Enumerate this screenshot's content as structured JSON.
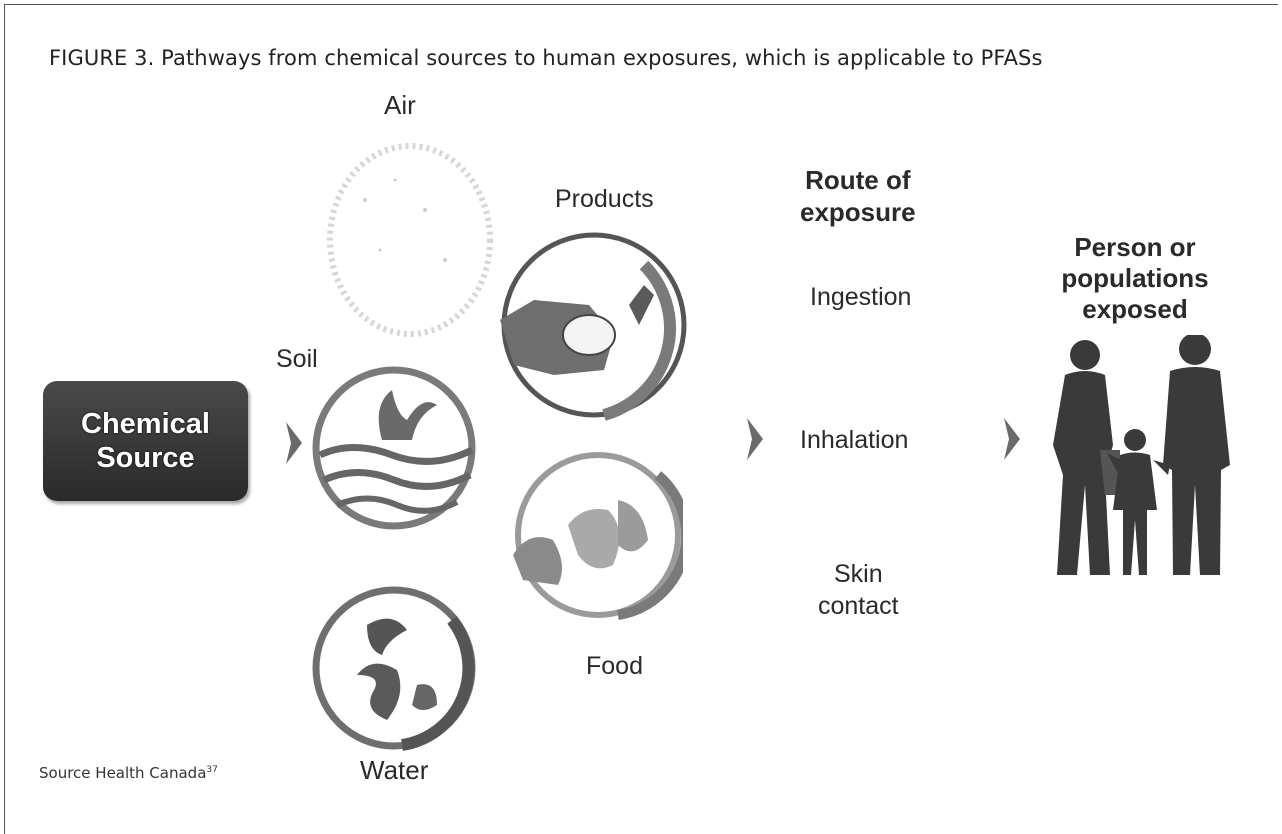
{
  "figure": {
    "caption": "FIGURE 3. Pathways from chemical sources to human exposures, which is applicable to PFASs",
    "source_note": "Source Health Canada",
    "source_note_superscript": "37"
  },
  "source_box": {
    "line1": "Chemical",
    "line2": "Source",
    "fill_color": "#3a3a3a"
  },
  "media": {
    "air": "Air",
    "products": "Products",
    "soil": "Soil",
    "food": "Food",
    "water": "Water"
  },
  "routes": {
    "heading_line1": "Route of",
    "heading_line2": "exposure",
    "ingestion": "Ingestion",
    "inhalation": "Inhalation",
    "skin_line1": "Skin",
    "skin_line2": "contact"
  },
  "exposed": {
    "line1": "Person or",
    "line2": "populations",
    "line3": "exposed",
    "icon": "family-silhouette-icon"
  },
  "icons": {
    "arrow": "arrow-right-icon",
    "air": "air-circle-icon",
    "products": "products-circle-icon",
    "soil": "soil-circle-icon",
    "food": "food-circle-icon",
    "water": "water-circle-icon"
  }
}
